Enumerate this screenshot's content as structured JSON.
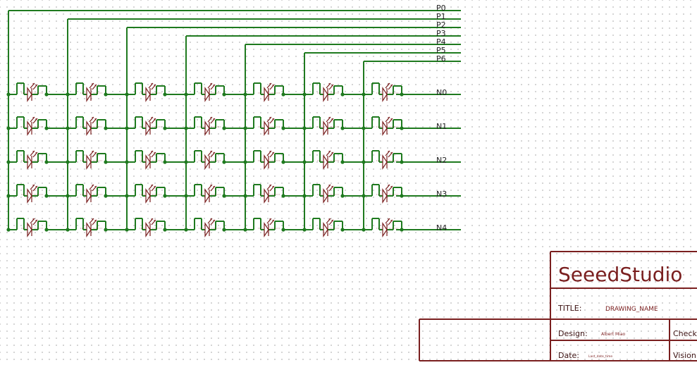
{
  "buses": {
    "rows": [
      "P0",
      "P1",
      "P2",
      "P3",
      "P4",
      "P5",
      "P6"
    ],
    "cols": [
      "N0",
      "N1",
      "N2",
      "N3",
      "N4"
    ]
  },
  "title_block": {
    "brand": "SeeedStudio",
    "title_label": "TITLE:",
    "title_value": "DRAWING_NAME",
    "design_label": "Design:",
    "design_value": "Albert Miao",
    "date_label": "Date:",
    "date_value": "Last_date_time",
    "check_label": "Check",
    "vision_label": "Vision"
  },
  "colors": {
    "wire": "#1f7a1f",
    "component": "#7a1f1f",
    "selected_node": "#cc0000"
  },
  "icons": [
    "led-icon",
    "junction-dot"
  ]
}
